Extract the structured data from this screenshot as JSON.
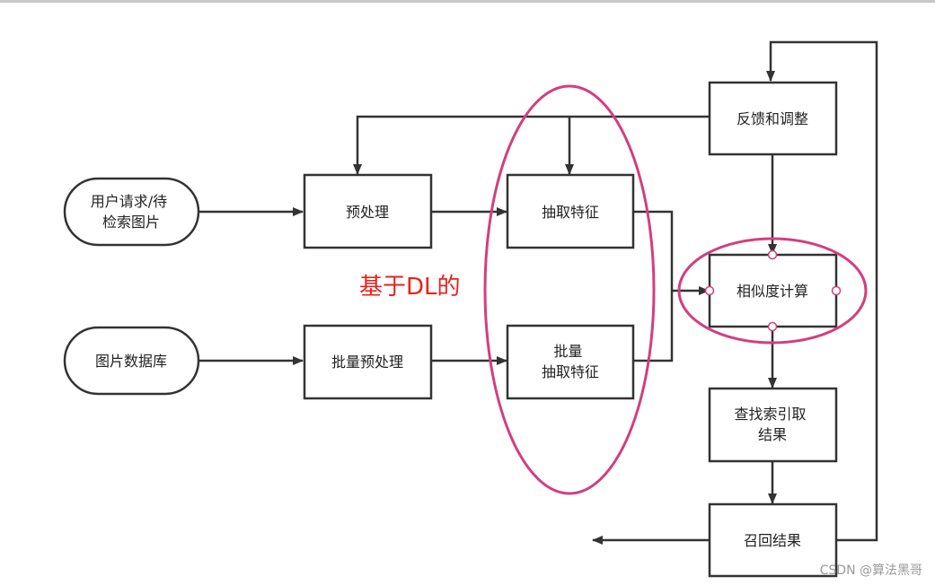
{
  "nodes": {
    "user_request": [
      "用户请求/待",
      "检索图片"
    ],
    "image_db": [
      "图片数据库"
    ],
    "preprocess": [
      "预处理"
    ],
    "batch_preprocess": [
      "批量预处理"
    ],
    "extract": [
      "抽取特征"
    ],
    "batch_extract": [
      "批量",
      "抽取特征"
    ],
    "feedback": [
      "反馈和调整"
    ],
    "similarity": [
      "相似度计算"
    ],
    "search_index": [
      "查找索引取",
      "结果"
    ],
    "recall": [
      "召回结果"
    ]
  },
  "annotation": "基于DL的",
  "watermark": "CSDN @算法黑哥",
  "colors": {
    "highlight": "#d23f7d",
    "annotation": "#e8231c",
    "stroke": "#333333"
  }
}
